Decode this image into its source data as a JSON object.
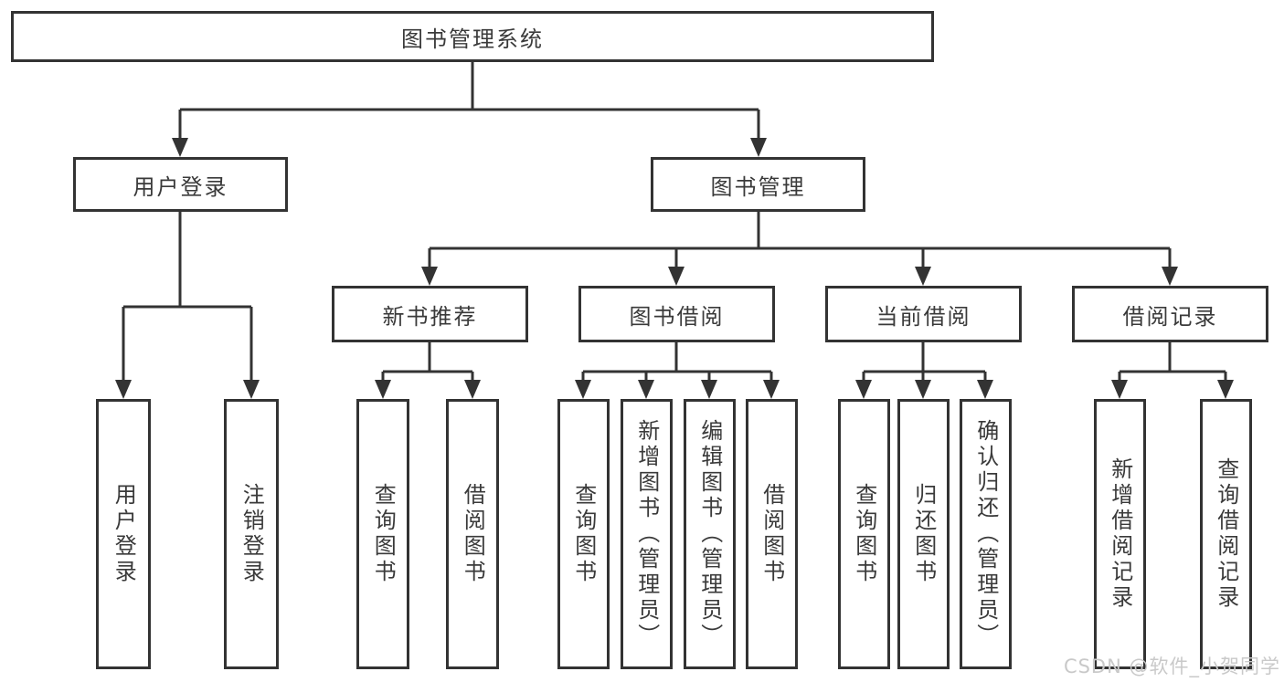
{
  "diagram": {
    "root": {
      "label": "图书管理系统"
    },
    "branches": [
      {
        "label": "用户登录",
        "children": [
          {
            "label": "用户登录"
          },
          {
            "label": "注销登录"
          }
        ]
      },
      {
        "label": "图书管理",
        "children": [
          {
            "label": "新书推荐",
            "children": [
              {
                "label": "查询图书"
              },
              {
                "label": "借阅图书"
              }
            ]
          },
          {
            "label": "图书借阅",
            "children": [
              {
                "label": "查询图书"
              },
              {
                "label": "新增图书（管理员）"
              },
              {
                "label": "编辑图书（管理员）"
              },
              {
                "label": "借阅图书"
              }
            ]
          },
          {
            "label": "当前借阅",
            "children": [
              {
                "label": "查询图书"
              },
              {
                "label": "归还图书"
              },
              {
                "label": "确认归还（管理员）"
              }
            ]
          },
          {
            "label": "借阅记录",
            "children": [
              {
                "label": "新增借阅记录"
              },
              {
                "label": "查询借阅记录"
              }
            ]
          }
        ]
      }
    ]
  },
  "watermark": {
    "text": "CSDN @软件_小贺同学"
  },
  "colors": {
    "line": "#333333",
    "text": "#3a3a3a",
    "watermark": "#c9c9c9",
    "background": "#ffffff"
  }
}
